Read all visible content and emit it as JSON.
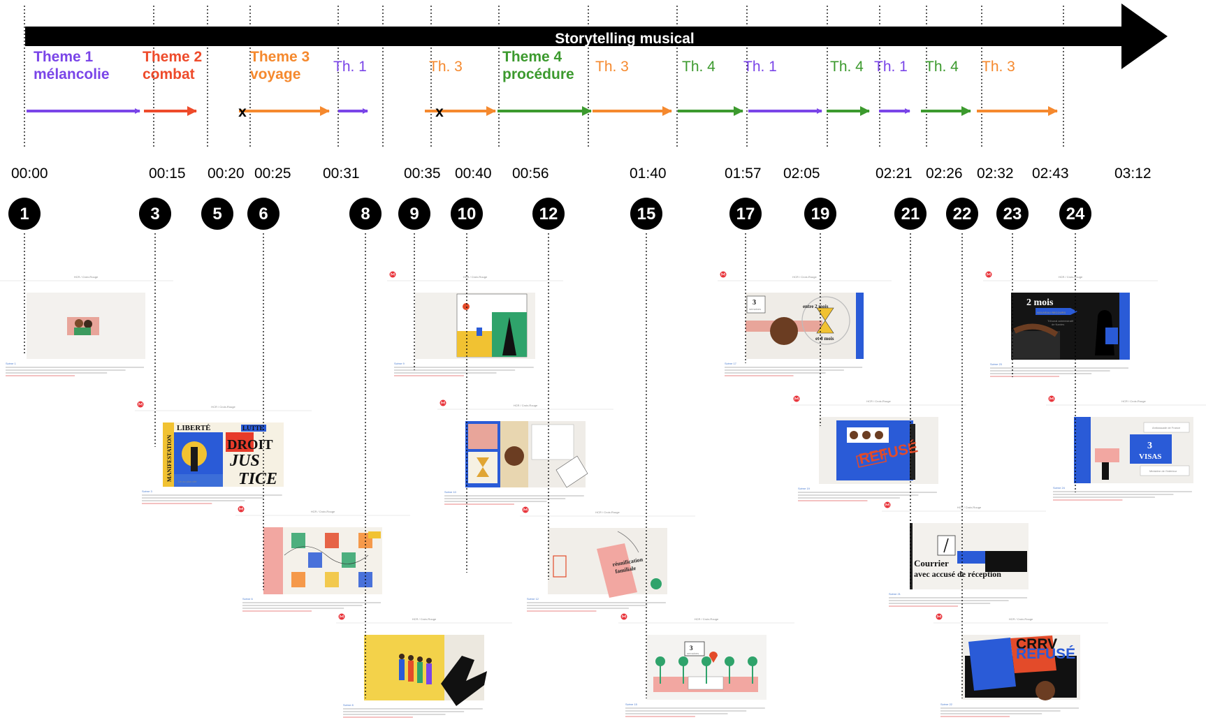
{
  "title": "Storytelling musical",
  "colors": {
    "purple": "#7a45e8",
    "red": "#ee4b2b",
    "orange": "#f5892e",
    "green": "#3c9a2e",
    "black": "#000000"
  },
  "theme_labels": [
    {
      "id": "t1",
      "line1": "Theme 1",
      "line2": "mélancolie",
      "color": "purple"
    },
    {
      "id": "t2",
      "line1": "Theme 2",
      "line2": "combat",
      "color": "red"
    },
    {
      "id": "t3",
      "line1": "Theme 3",
      "line2": "voyage",
      "color": "orange"
    },
    {
      "id": "t4",
      "line1": "Theme 4",
      "line2": "procédure",
      "color": "green"
    }
  ],
  "short_labels": [
    {
      "text": "Th. 1",
      "color": "purple"
    },
    {
      "text": "Th. 3",
      "color": "orange"
    },
    {
      "text": "Th. 3",
      "color": "orange"
    },
    {
      "text": "Th. 4",
      "color": "green"
    },
    {
      "text": "Th. 1",
      "color": "purple"
    },
    {
      "text": "Th. 4",
      "color": "green"
    },
    {
      "text": "Th. 1",
      "color": "purple"
    },
    {
      "text": "Th. 4",
      "color": "green"
    },
    {
      "text": "Th. 3",
      "color": "orange"
    }
  ],
  "silence_marks": [
    "x",
    "x"
  ],
  "segments": [
    {
      "from": "00:00",
      "to": "00:15",
      "color": "purple"
    },
    {
      "from": "00:15",
      "to": "00:20",
      "color": "red"
    },
    {
      "from": "00:25",
      "to": "00:31",
      "color": "orange"
    },
    {
      "from": "00:31",
      "to": "00:35",
      "color": "purple"
    },
    {
      "from": "00:40",
      "to": "00:56",
      "color": "orange"
    },
    {
      "from": "00:56",
      "to": "01:40",
      "color": "green"
    },
    {
      "from": "01:40",
      "to": "01:57",
      "color": "orange"
    },
    {
      "from": "01:57",
      "to": "02:05",
      "color": "green"
    },
    {
      "from": "02:05",
      "to": "02:21",
      "color": "purple"
    },
    {
      "from": "02:21",
      "to": "02:26",
      "color": "green"
    },
    {
      "from": "02:26",
      "to": "02:32",
      "color": "purple"
    },
    {
      "from": "02:32",
      "to": "02:43",
      "color": "green"
    },
    {
      "from": "02:43",
      "to": "03:12",
      "color": "orange"
    }
  ],
  "timestamps": [
    "00:00",
    "00:15",
    "00:20",
    "00:25",
    "00:31",
    "00:35",
    "00:40",
    "00:56",
    "01:40",
    "01:57",
    "02:05",
    "02:21",
    "02:26",
    "02:32",
    "02:43",
    "03:12"
  ],
  "markers": [
    "1",
    "3",
    "5",
    "6",
    "8",
    "9",
    "10",
    "12",
    "15",
    "17",
    "19",
    "21",
    "22",
    "23",
    "24"
  ],
  "frames": [
    {
      "id": "f1",
      "marker": "1",
      "header": "HCR / Croix-Rouge",
      "badge": false,
      "caption": "Scène 1",
      "art": "portrait"
    },
    {
      "id": "f3",
      "marker": "3",
      "header": "HCR / Croix-Rouge",
      "badge": true,
      "caption": "Scène 3",
      "art": "poster",
      "words": [
        "LIBERTÉ",
        "LUTTE",
        "DROIT",
        "JUS",
        "TICE",
        "MANIFESTATION",
        "Un au plus cité"
      ]
    },
    {
      "id": "f6",
      "marker": "6",
      "header": "HCR / Croix-Rouge",
      "badge": true,
      "caption": "Scène 6",
      "art": "journey"
    },
    {
      "id": "f8",
      "marker": "8",
      "header": "HCR / Croix-Rouge",
      "badge": true,
      "caption": "Scène 8",
      "art": "hand"
    },
    {
      "id": "f9",
      "marker": "9",
      "header": "HCR / Croix-Rouge",
      "badge": true,
      "caption": "Scène 9",
      "art": "paris"
    },
    {
      "id": "f10",
      "marker": "10",
      "header": "HCR / Croix-Rouge",
      "badge": true,
      "caption": "Scène 10",
      "art": "documents"
    },
    {
      "id": "f12",
      "marker": "12",
      "header": "HCR / Croix-Rouge",
      "badge": true,
      "caption": "Scène 12",
      "art": "reunification",
      "words": [
        "réunification",
        "familiale"
      ]
    },
    {
      "id": "f15",
      "marker": "15",
      "header": "HCR / Croix-Rouge",
      "badge": true,
      "caption": "Scène 15",
      "art": "embassy",
      "words": [
        "3",
        "semaines"
      ]
    },
    {
      "id": "f17",
      "marker": "17",
      "header": "HCR / Croix-Rouge",
      "badge": true,
      "caption": "Scène 17",
      "art": "hourglass",
      "words": [
        "3",
        "semaines",
        "entre 2 mois",
        "et 8 mois"
      ]
    },
    {
      "id": "f19",
      "marker": "19",
      "header": "HCR / Croix-Rouge",
      "badge": true,
      "caption": "Scène 19",
      "art": "refused",
      "words": [
        "REFUSÉ"
      ]
    },
    {
      "id": "f21",
      "marker": "21",
      "header": "HCR / Croix-Rouge",
      "badge": true,
      "caption": "Scène 21",
      "art": "courrier",
      "words": [
        "Courrier",
        "avec accusé de réception"
      ]
    },
    {
      "id": "f22",
      "marker": "22",
      "header": "HCR / Croix-Rouge",
      "badge": true,
      "caption": "Scène 22",
      "art": "crrv",
      "words": [
        "CRRV",
        "REFUSÉ"
      ]
    },
    {
      "id": "f23",
      "marker": "23",
      "header": "HCR / Croix-Rouge",
      "badge": true,
      "caption": "Scène 23",
      "art": "recours",
      "words": [
        "2 mois",
        "NOUVEAU RECOURS",
        "Tribunal administratif",
        "de Nantes"
      ]
    },
    {
      "id": "f24",
      "marker": "24",
      "header": "HCR / Croix-Rouge",
      "badge": true,
      "caption": "Scène 24",
      "art": "visas",
      "words": [
        "3",
        "VISAS",
        "Ambassade de France",
        "Ministère de l'Intérieur"
      ]
    }
  ]
}
